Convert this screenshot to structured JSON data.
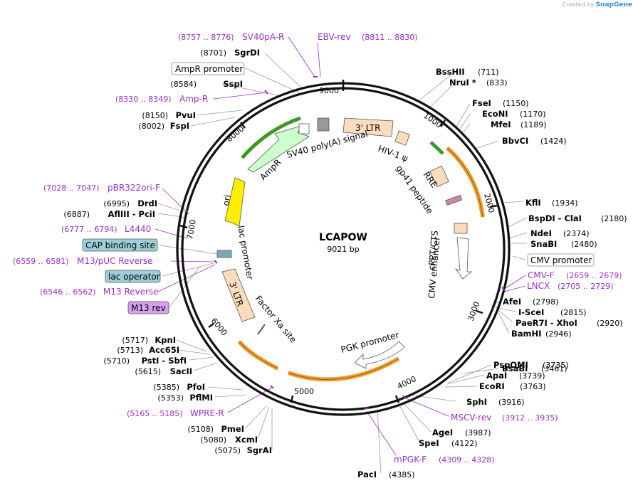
{
  "credit": {
    "prefix": "Created by",
    "brand": "SnapGene"
  },
  "plasmid": {
    "name": "LCAPOW",
    "size": "9021 bp"
  },
  "ticks": [
    "1000",
    "2000",
    "3000",
    "4000",
    "5000",
    "6000",
    "7000",
    "8000",
    "9000"
  ],
  "features": [
    "3' LTR",
    "HIV-1 ψ",
    "RRE",
    "gp41 peptide",
    "cPPT/CTS",
    "CMV enhancer",
    "PGK promoter",
    "3' LTR",
    "Factor Xa site",
    "lac promoter",
    "ori",
    "AmpR",
    "SV40 poly(A) signal"
  ],
  "right_labels": [
    {
      "name": "BssHII",
      "pos": "(711)"
    },
    {
      "name": "NruI *",
      "pos": "(833)"
    },
    {
      "name": "FseI",
      "pos": "(1150)"
    },
    {
      "name": "EcoNI",
      "pos": "(1170)"
    },
    {
      "name": "MfeI",
      "pos": "(1189)"
    },
    {
      "name": "BbvCI",
      "pos": "(1424)"
    },
    {
      "name": "KflI",
      "pos": "(1934)"
    },
    {
      "name": "BspDI - ClaI",
      "pos": "(2180)"
    },
    {
      "name": "NdeI",
      "pos": "(2374)"
    },
    {
      "name": "SnaBI",
      "pos": "(2480)"
    },
    {
      "name": "AfeI",
      "pos": "(2798)"
    },
    {
      "name": "I-SceI",
      "pos": "(2815)"
    },
    {
      "name": "PaeR7I - XhoI",
      "pos": "(2920)"
    },
    {
      "name": "BamHI",
      "pos": "(2946)"
    },
    {
      "name": "BsaBI",
      "pos": "(3461)"
    },
    {
      "name": "PspOMI",
      "pos": "(3735)"
    },
    {
      "name": "ApaI",
      "pos": "(3739)"
    },
    {
      "name": "EcoRI",
      "pos": "(3763)"
    },
    {
      "name": "SphI",
      "pos": "(3916)"
    },
    {
      "name": "AgeI",
      "pos": "(3987)"
    },
    {
      "name": "SpeI",
      "pos": "(4122)"
    },
    {
      "name": "PacI",
      "pos": "(4385)"
    }
  ],
  "left_labels": [
    {
      "name": "SgrDI",
      "pos": "(8701)"
    },
    {
      "name": "SspI",
      "pos": "(8584)"
    },
    {
      "name": "PvuI",
      "pos": "(8150)"
    },
    {
      "name": "FspI",
      "pos": "(8002)"
    },
    {
      "name": "DrdI",
      "pos": "(6995)"
    },
    {
      "name": "AflIII - PciI",
      "pos": "(6887)"
    },
    {
      "name": "KpnI",
      "pos": "(5717)"
    },
    {
      "name": "Acc65I",
      "pos": "(5713)"
    },
    {
      "name": "PstI - SbfI",
      "pos": "(5710)"
    },
    {
      "name": "SacII",
      "pos": "(5615)"
    },
    {
      "name": "PfoI",
      "pos": "(5385)"
    },
    {
      "name": "PflMI",
      "pos": "(5353)"
    },
    {
      "name": "PmeI",
      "pos": "(5108)"
    },
    {
      "name": "XcmI",
      "pos": "(5080)"
    },
    {
      "name": "SgrAI",
      "pos": "(5075)"
    }
  ],
  "primers": [
    {
      "name": "SV40pA-R",
      "pos": "(8757 .. 8776)"
    },
    {
      "name": "EBV-rev",
      "pos": "(8811 .. 8830)"
    },
    {
      "name": "Amp-R",
      "pos": "(8330 .. 8349)"
    },
    {
      "name": "pBR322ori-F",
      "pos": "(7028 .. 7047)"
    },
    {
      "name": "L4440",
      "pos": "(6777 .. 6794)"
    },
    {
      "name": "M13/pUC Reverse",
      "pos": "(6559 .. 6581)"
    },
    {
      "name": "M13 Reverse",
      "pos": "(6546 .. 6562)"
    },
    {
      "name": "WPRE-R",
      "pos": "(5165 .. 5185)"
    },
    {
      "name": "CMV-F",
      "pos": "(2659 .. 2679)"
    },
    {
      "name": "LNCX",
      "pos": "(2705 .. 2729)"
    },
    {
      "name": "MSCV-rev",
      "pos": "(3912 .. 3935)"
    },
    {
      "name": "mPGK-F",
      "pos": "(4309 .. 4328)"
    }
  ],
  "boxed": {
    "ampr_promoter": "AmpR promoter",
    "cmv_promoter": "CMV promoter",
    "cap_site": "CAP binding site",
    "lac_operator": "lac operator",
    "m13_rev": "M13 rev"
  },
  "colors": {
    "primer": "#9b30c8",
    "ring": "#111111",
    "orange": "#f0a030",
    "green": "#3a9a20",
    "yellow": "#ffee00"
  }
}
